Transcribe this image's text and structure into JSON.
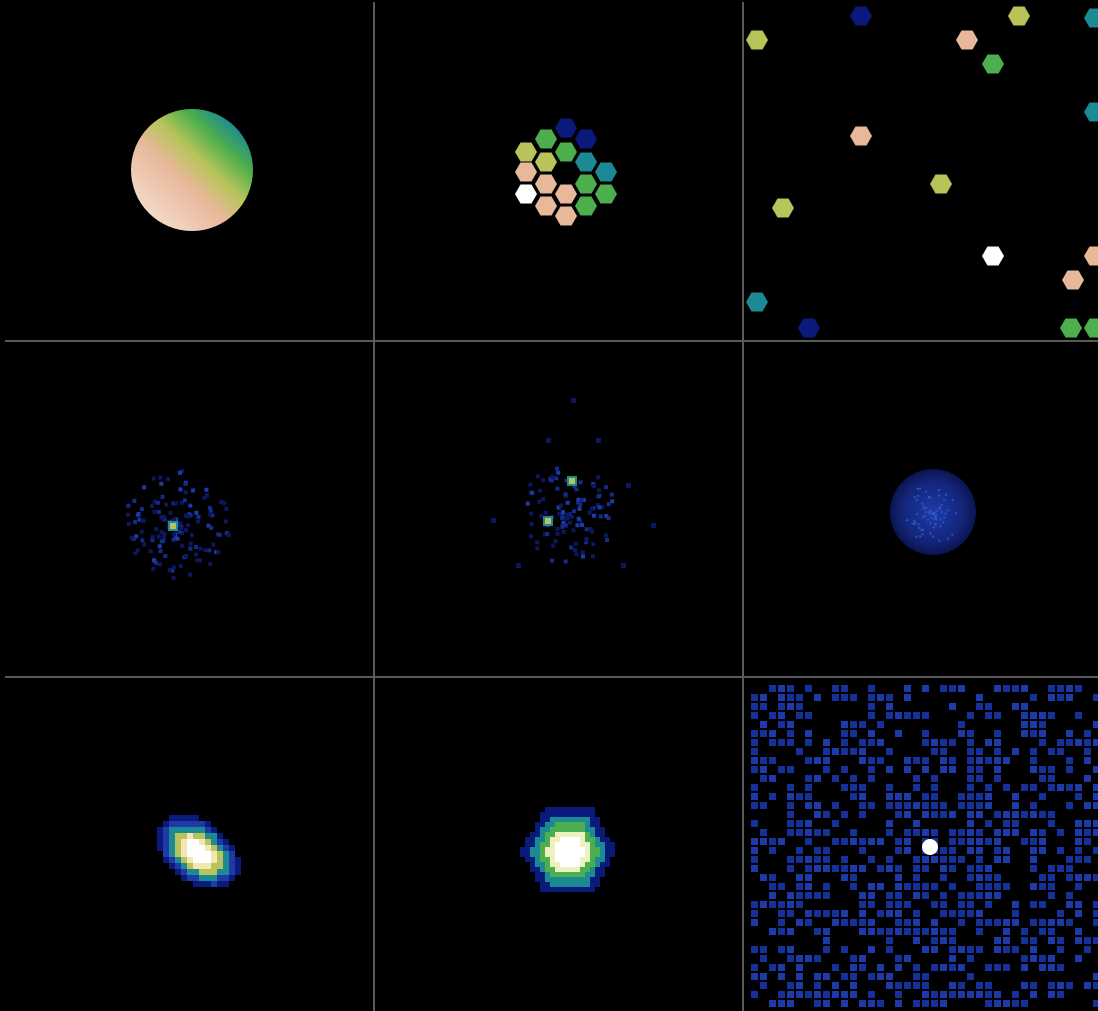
{
  "viewer": {
    "layout": "3x3 panel grid",
    "background_color": "#000000",
    "divider_color": "#5a5a5a"
  },
  "panels": [
    {
      "id": "r1c1",
      "content": "pupil-disk"
    },
    {
      "id": "r1c2",
      "content": "segmented-hexagon-ring"
    },
    {
      "id": "r1c3",
      "content": "scattered-hexagon-segments"
    },
    {
      "id": "r2c1",
      "content": "speckle-psf"
    },
    {
      "id": "r2c2",
      "content": "speckle-psf-multi-core"
    },
    {
      "id": "r2c3",
      "content": "diffuse-halo-disk"
    },
    {
      "id": "r3c1",
      "content": "bright-elliptical-psf"
    },
    {
      "id": "r3c2",
      "content": "bright-hexagonal-psf"
    },
    {
      "id": "r3c3",
      "content": "noise-pixel-field"
    }
  ],
  "colormap": {
    "deep_blue": "#0a1a7a",
    "blue": "#1e3aa8",
    "teal": "#1b8a94",
    "green": "#4cae4c",
    "yellow_green": "#b8c45a",
    "peach": "#e8b89a",
    "white": "#ffffff"
  }
}
